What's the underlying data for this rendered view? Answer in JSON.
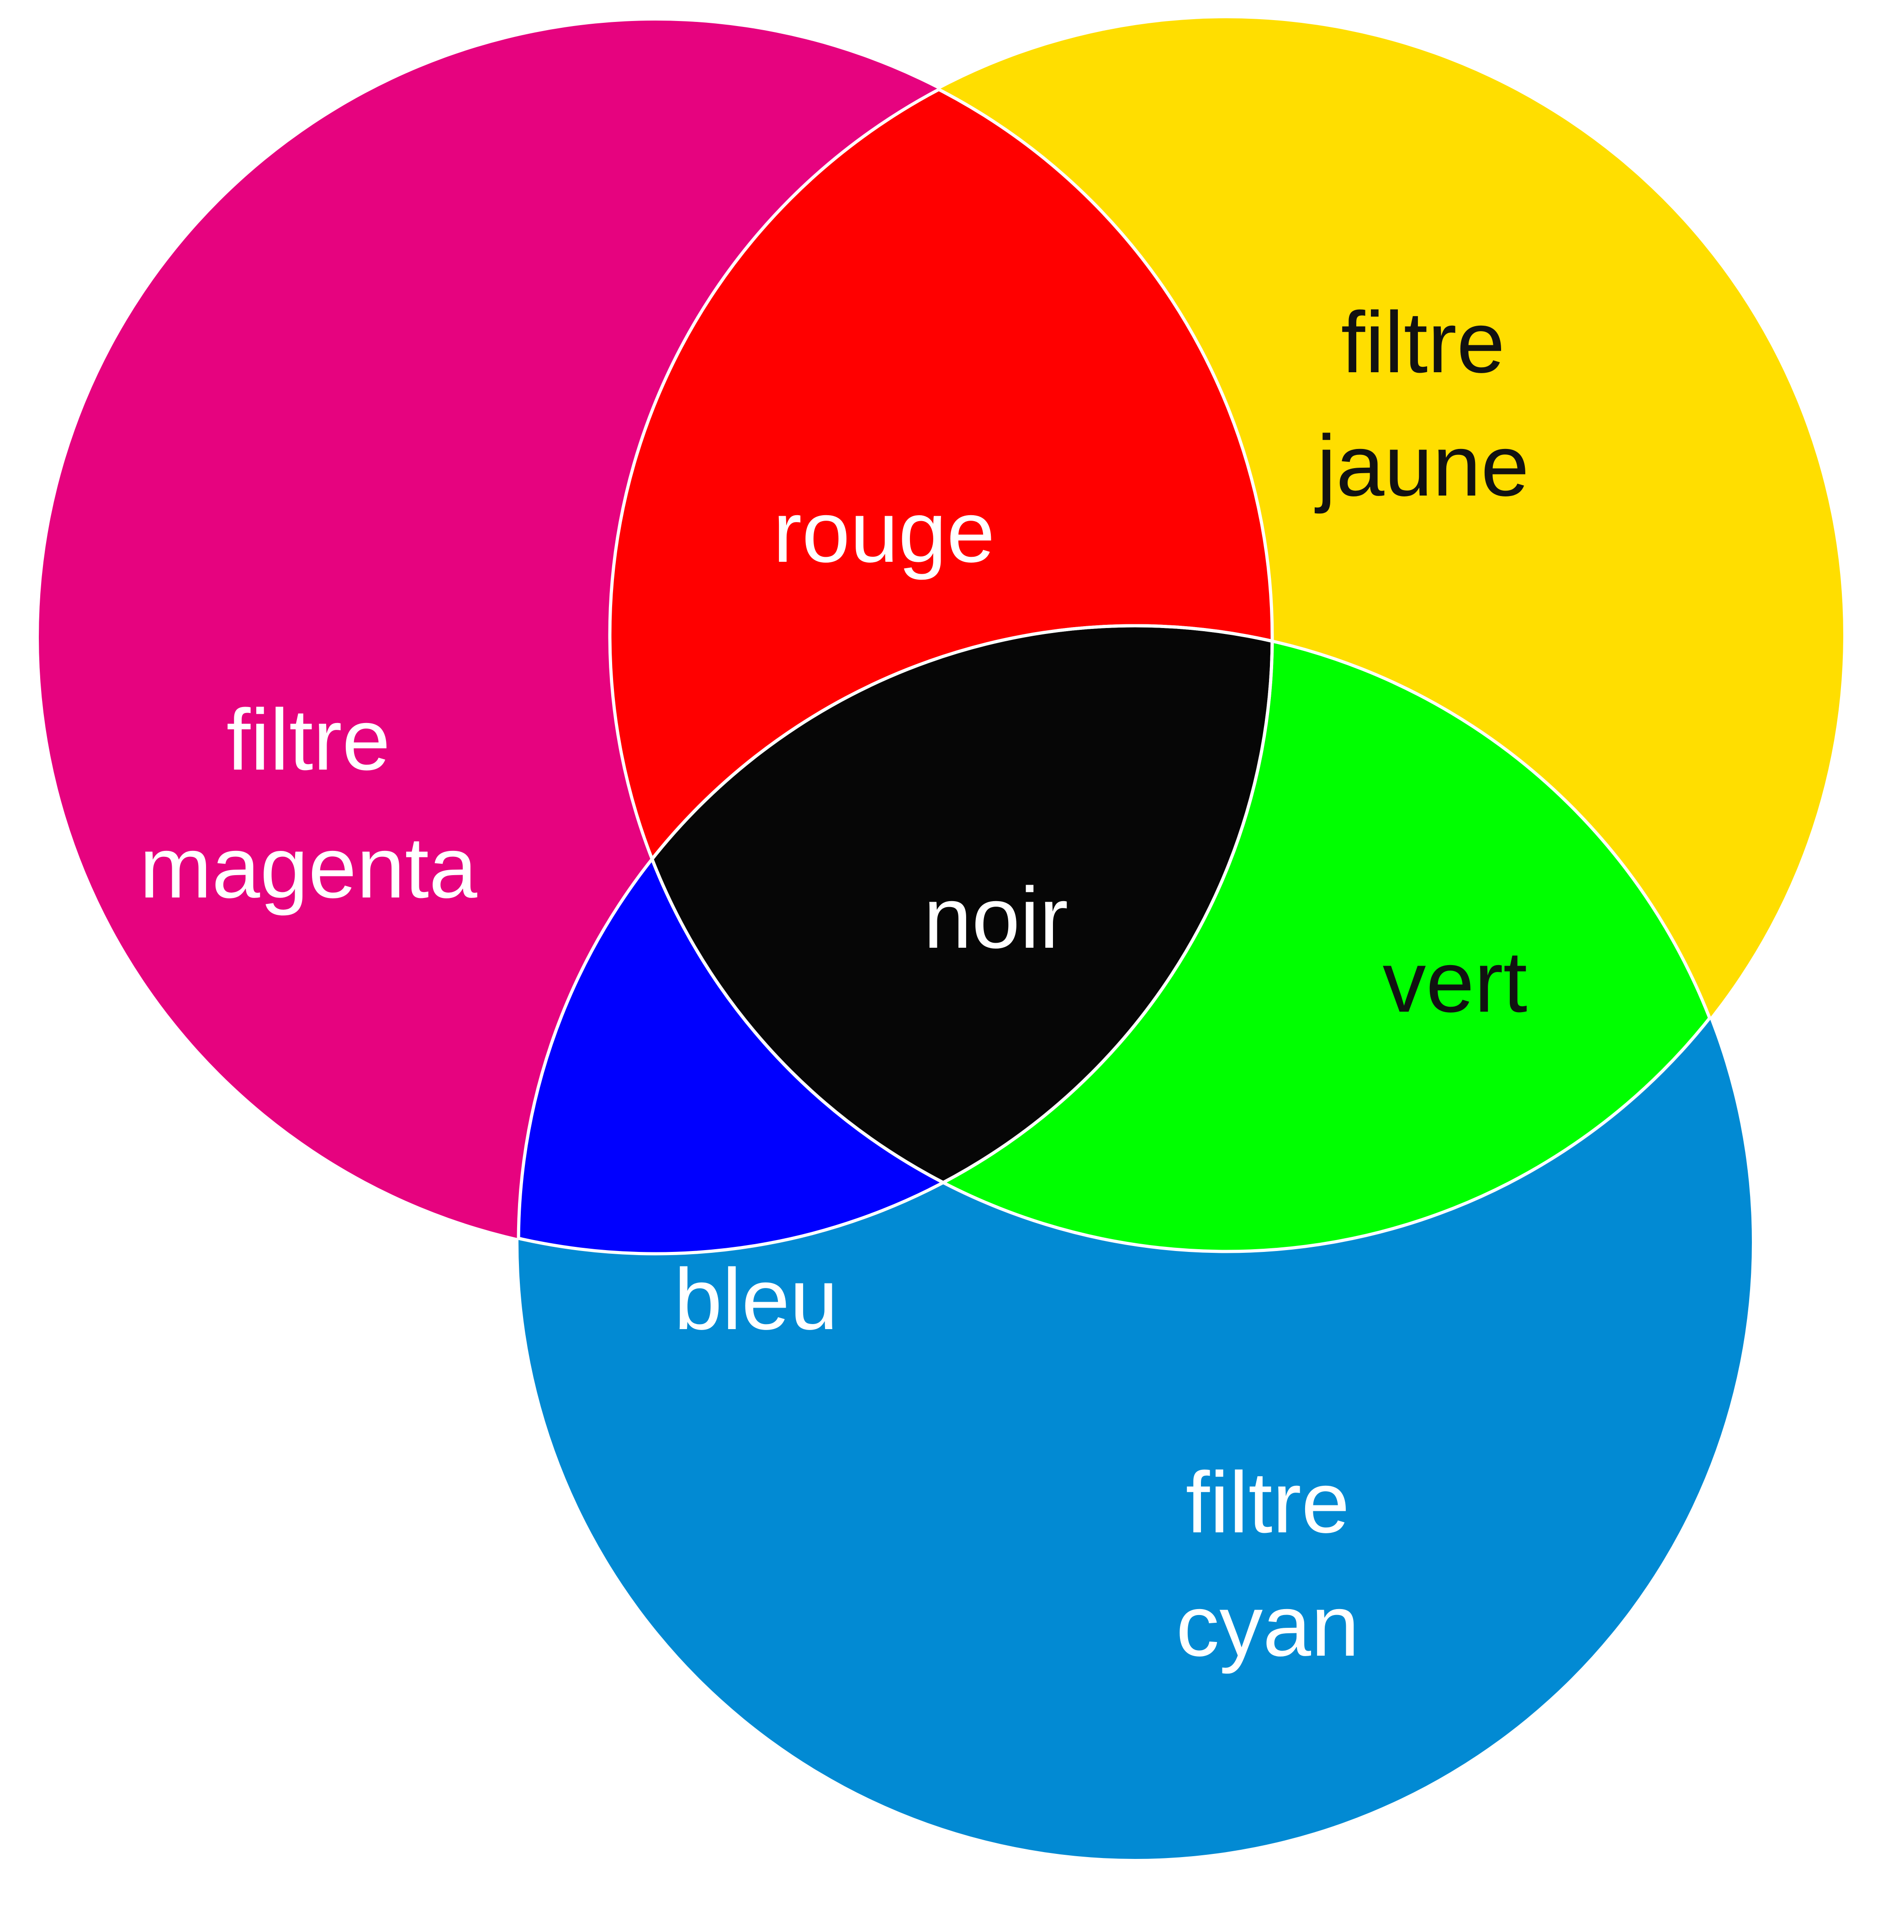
{
  "colors": {
    "background": "#ffffff",
    "magenta": "#E6037F",
    "yellow": "#FFDE00",
    "cyan": "#028AD3",
    "red": "#FF0000",
    "green": "#00FF00",
    "blue": "#0000FF",
    "black": "#060606",
    "outline": "#ffffff",
    "text_light": "#ffffff",
    "text_dark": "#111111"
  },
  "filters": {
    "magenta": {
      "line1": "filtre",
      "line2": "magenta"
    },
    "yellow": {
      "line1": "filtre",
      "line2": "jaune"
    },
    "cyan": {
      "line1": "filtre",
      "line2": "cyan"
    }
  },
  "regions": {
    "red": "rouge",
    "green": "vert",
    "blue": "bleu",
    "black": "noir"
  }
}
